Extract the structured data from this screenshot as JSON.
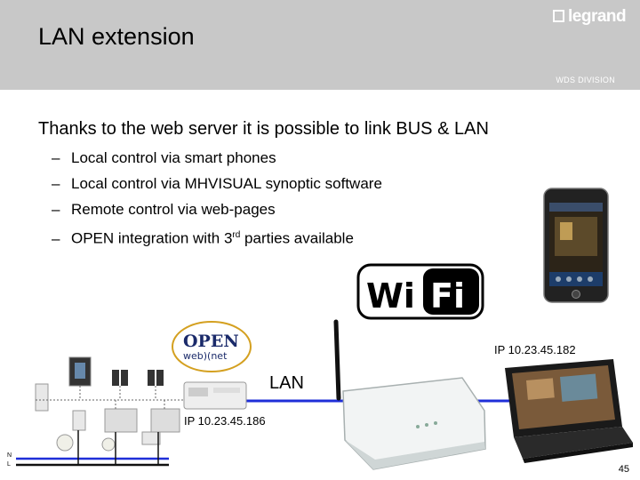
{
  "header": {
    "title": "LAN extension",
    "brand": "legrand",
    "division": "WDS DIVISION"
  },
  "body": {
    "lead": "Thanks to the web server it is possible to link BUS & LAN",
    "bullets": [
      "Local control via smart phones",
      "Local control via MHVISUAL synoptic software",
      "Remote control via web-pages"
    ],
    "bullet4": {
      "pre": "OPEN integration with 3",
      "sup": "rd",
      "post": " parties available"
    },
    "dash": "–"
  },
  "diagram": {
    "wifi_logo_left": "Wi",
    "wifi_logo_right": "Fi",
    "open_logo_top": "OPEN",
    "open_logo_bottom": "web)(net",
    "ip_router": "IP 10.23.45.182",
    "ip_server": "IP 10.23.45.186",
    "lan_label": "LAN",
    "n_label": "N",
    "l_label": "L"
  },
  "footer": {
    "page": "45"
  },
  "colors": {
    "header_bg": "#c8c8c8",
    "lan_line": "#1f2fd8"
  }
}
